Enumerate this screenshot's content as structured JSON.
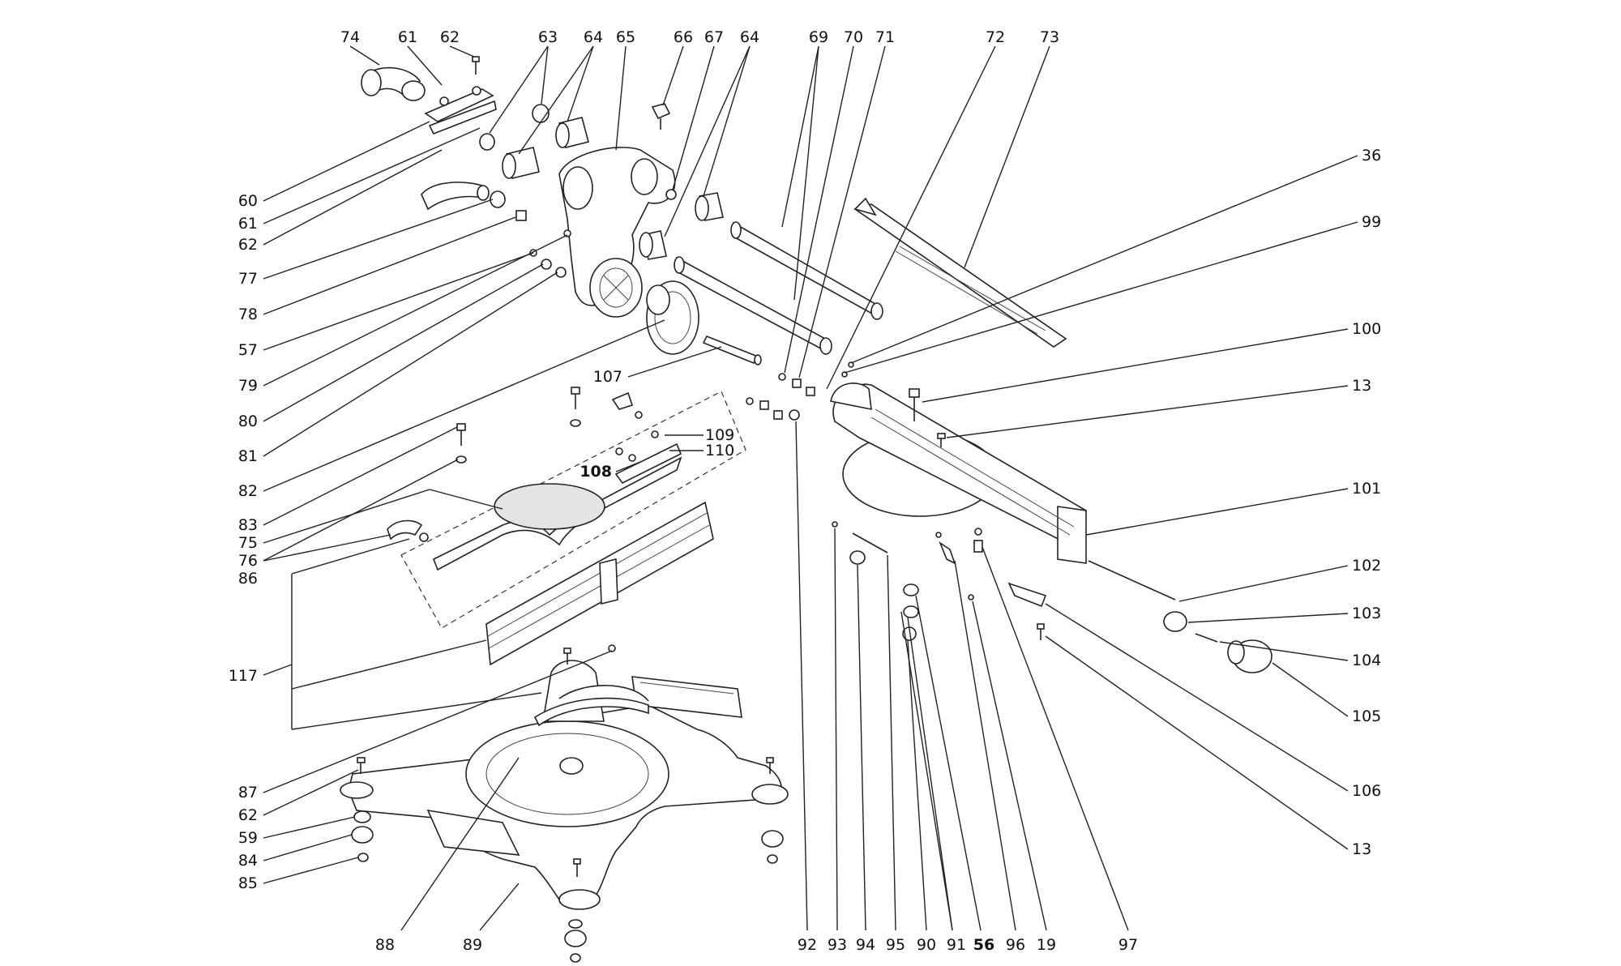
{
  "labels": [
    {
      "id": "top-74",
      "text": "74"
    },
    {
      "id": "top-61",
      "text": "61"
    },
    {
      "id": "top-62",
      "text": "62"
    },
    {
      "id": "top-63",
      "text": "63"
    },
    {
      "id": "top-64a",
      "text": "64"
    },
    {
      "id": "top-65",
      "text": "65"
    },
    {
      "id": "top-66",
      "text": "66"
    },
    {
      "id": "top-67",
      "text": "67"
    },
    {
      "id": "top-64b",
      "text": "64"
    },
    {
      "id": "top-69",
      "text": "69"
    },
    {
      "id": "top-70",
      "text": "70"
    },
    {
      "id": "top-71",
      "text": "71"
    },
    {
      "id": "top-72",
      "text": "72"
    },
    {
      "id": "top-73",
      "text": "73"
    },
    {
      "id": "left-60",
      "text": "60"
    },
    {
      "id": "left-61",
      "text": "61"
    },
    {
      "id": "left-62a",
      "text": "62"
    },
    {
      "id": "left-77",
      "text": "77"
    },
    {
      "id": "left-78",
      "text": "78"
    },
    {
      "id": "left-57",
      "text": "57"
    },
    {
      "id": "left-79",
      "text": "79"
    },
    {
      "id": "left-80",
      "text": "80"
    },
    {
      "id": "left-81",
      "text": "81"
    },
    {
      "id": "left-82",
      "text": "82"
    },
    {
      "id": "left-83",
      "text": "83"
    },
    {
      "id": "left-75",
      "text": "75"
    },
    {
      "id": "left-76",
      "text": "76"
    },
    {
      "id": "left-86",
      "text": "86"
    },
    {
      "id": "left-117",
      "text": "117"
    },
    {
      "id": "left-87",
      "text": "87"
    },
    {
      "id": "left-62b",
      "text": "62"
    },
    {
      "id": "left-59",
      "text": "59"
    },
    {
      "id": "left-84",
      "text": "84"
    },
    {
      "id": "left-85",
      "text": "85"
    },
    {
      "id": "mid-107",
      "text": "107"
    },
    {
      "id": "mid-109",
      "text": "109"
    },
    {
      "id": "mid-110",
      "text": "110"
    },
    {
      "id": "mid-108",
      "text": "108"
    },
    {
      "id": "right-36",
      "text": "36"
    },
    {
      "id": "right-99",
      "text": "99"
    },
    {
      "id": "right-100",
      "text": "100"
    },
    {
      "id": "right-13a",
      "text": "13"
    },
    {
      "id": "right-101",
      "text": "101"
    },
    {
      "id": "right-102",
      "text": "102"
    },
    {
      "id": "right-103",
      "text": "103"
    },
    {
      "id": "right-104",
      "text": "104"
    },
    {
      "id": "right-105",
      "text": "105"
    },
    {
      "id": "right-106",
      "text": "106"
    },
    {
      "id": "right-13b",
      "text": "13"
    },
    {
      "id": "bot-88",
      "text": "88"
    },
    {
      "id": "bot-89",
      "text": "89"
    },
    {
      "id": "bot-92",
      "text": "92"
    },
    {
      "id": "bot-93",
      "text": "93"
    },
    {
      "id": "bot-94",
      "text": "94"
    },
    {
      "id": "bot-95",
      "text": "95"
    },
    {
      "id": "bot-90",
      "text": "90"
    },
    {
      "id": "bot-91",
      "text": "91"
    },
    {
      "id": "bot-56",
      "text": "56"
    },
    {
      "id": "bot-96",
      "text": "96"
    },
    {
      "id": "bot-19",
      "text": "19"
    },
    {
      "id": "bot-97",
      "text": "97"
    }
  ]
}
